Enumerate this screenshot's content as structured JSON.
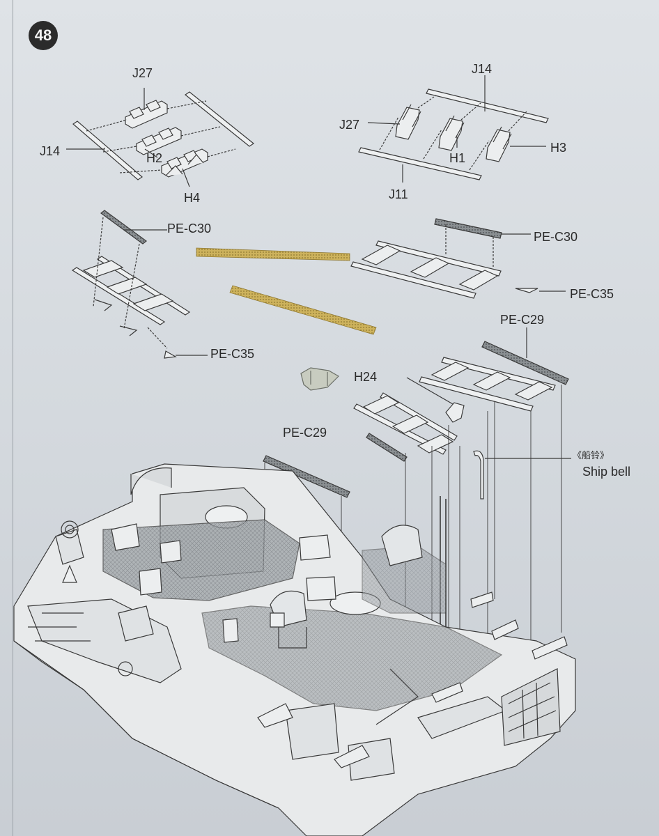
{
  "step_number": "48",
  "labels": {
    "j27_left": "J27",
    "j14_left": "J14",
    "h2": "H2",
    "h4": "H4",
    "j14_right": "J14",
    "j27_right": "J27",
    "h1": "H1",
    "h3": "H3",
    "j11": "J11",
    "pe_c30_left": "PE-C30",
    "pe_c30_right": "PE-C30",
    "pe_c35_right": "PE-C35",
    "pe_c35_left": "PE-C35",
    "pe_c29_right": "PE-C29",
    "h24": "H24",
    "pe_c29_left": "PE-C29",
    "ship_bell_cn": "《船铃》",
    "ship_bell_en": "Ship bell"
  },
  "colors": {
    "paper": "#dde1e5",
    "line": "#3a3a3a",
    "plastic_grey": "#c8ccc0",
    "photo_etch_brass": "#c8ad5c"
  }
}
